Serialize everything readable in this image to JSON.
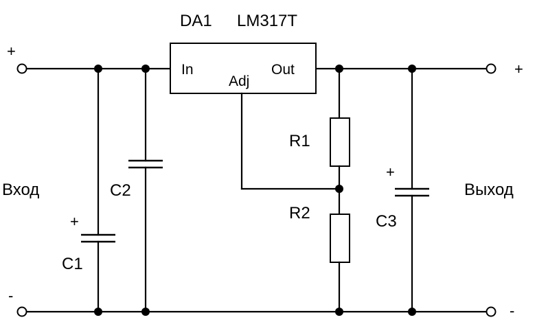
{
  "regulator": {
    "designator": "DA1",
    "part": "LM317T",
    "pin_in": "In",
    "pin_adj": "Adj",
    "pin_out": "Out"
  },
  "components": {
    "c1": "C1",
    "c2": "C2",
    "c3": "C3",
    "r1": "R1",
    "r2": "R2"
  },
  "ports": {
    "input_label": "Вход",
    "output_label": "Выход",
    "plus": "+",
    "minus": "-"
  }
}
